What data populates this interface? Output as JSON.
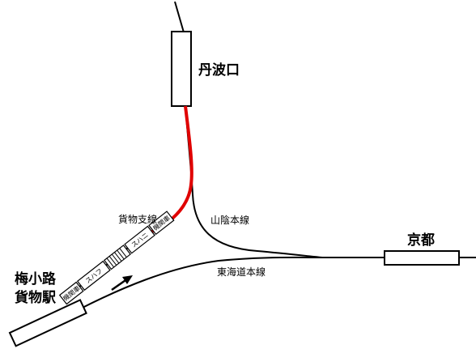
{
  "stations": {
    "tambaguchi": "丹波口",
    "kyoto": "京都",
    "umekoji_line1": "梅小路",
    "umekoji_line2": "貨物駅"
  },
  "lines": {
    "freight_branch": "貨物支線",
    "sanin": "山陰本線",
    "tokaido": "東海道本線"
  },
  "train": {
    "cars": [
      "機関車",
      "スハフ",
      "スハニ",
      "機関車"
    ]
  },
  "colors": {
    "track": "#000000",
    "highlight": "#e00000"
  }
}
